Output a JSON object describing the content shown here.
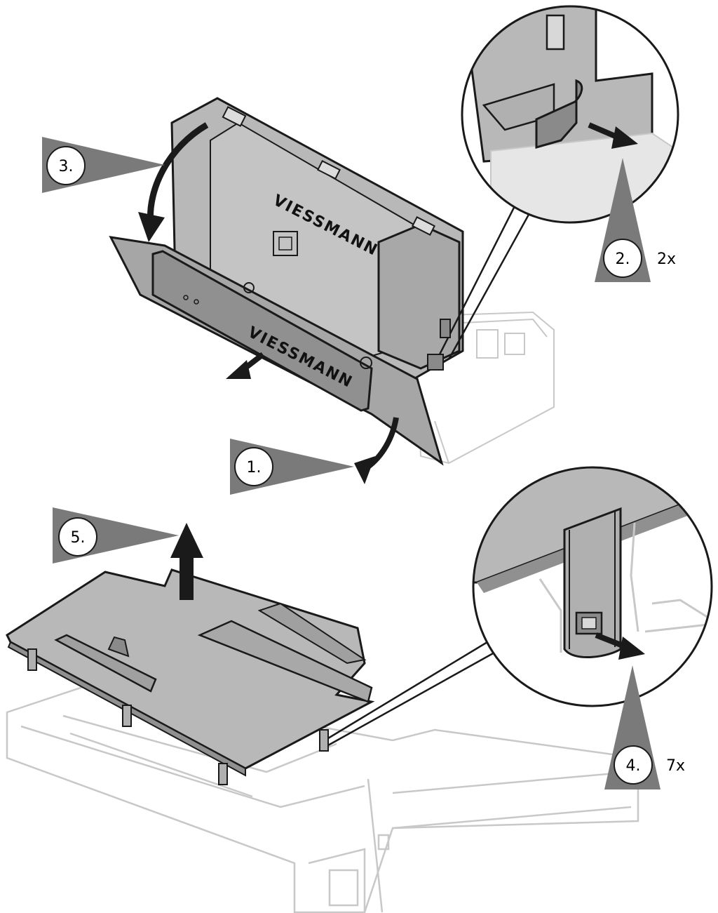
{
  "steps": [
    {
      "label": "1."
    },
    {
      "label": "2.",
      "count": "2x"
    },
    {
      "label": "3."
    },
    {
      "label": "4.",
      "count": "7x"
    },
    {
      "label": "5."
    }
  ],
  "brand": {
    "front": "VIESSMANN",
    "top": "VIESSMANN"
  },
  "colors": {
    "panel": "#b3b3b3",
    "panel_dark": "#8a8a8a",
    "line": "#1a1a1a",
    "ghost": "#c8c8c8",
    "marker": "#7a7a7a"
  }
}
